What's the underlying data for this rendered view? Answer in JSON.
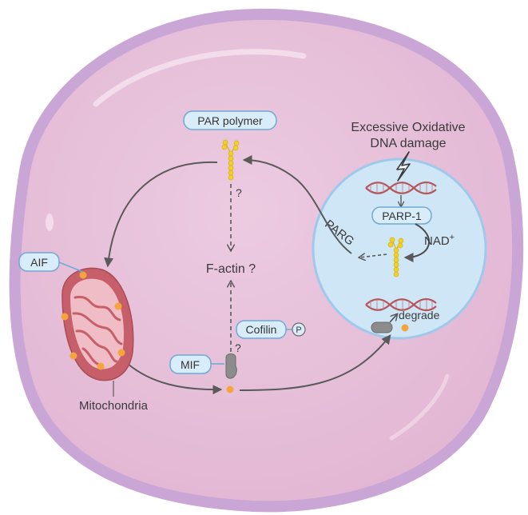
{
  "labels": {
    "par_polymer": "PAR polymer",
    "excessive_line1": "Excessive Oxidative",
    "excessive_line2": "DNA damage",
    "parp1": "PARP-1",
    "nad": "NAD",
    "nad_sup": "+",
    "parg": "PARG",
    "question_top": "?",
    "question_bottom": "?",
    "f_actin": "F-actin ?",
    "cofilin": "Cofilin",
    "phospho": "P",
    "aif": "AIF",
    "mif": "MIF",
    "mitochondria": "Mitochondria",
    "degrade": "degrade"
  },
  "colors": {
    "cell_fill": "#e9c3dc",
    "cell_border": "#c9a6d6",
    "nucleus_fill": "#cfe6f7",
    "nucleus_border": "#9fc8ea",
    "mito_outer": "#c65f6a",
    "mito_inner": "#f0bcc6",
    "label_box_fill": "#d9ecf9",
    "label_box_border": "#6fa9d6",
    "arrow": "#5a5a5a",
    "dot": "#f5a53c",
    "par": "#f2d027",
    "dna_red": "#b5565a"
  }
}
